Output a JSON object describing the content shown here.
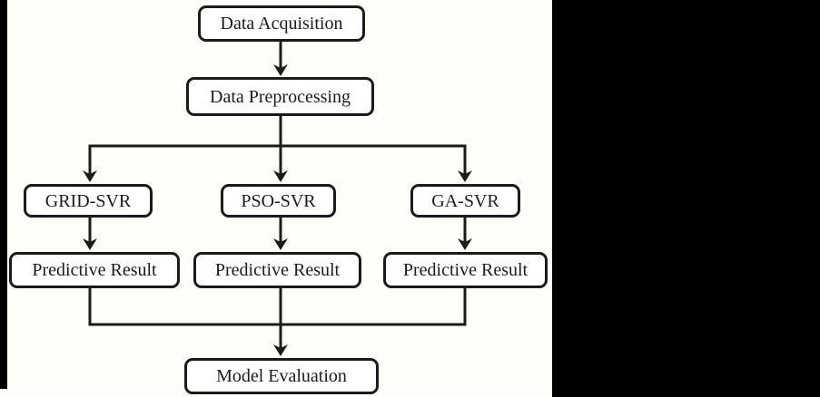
{
  "flowchart": {
    "nodes": {
      "data_acquisition": {
        "label": "Data Acquisition"
      },
      "data_preprocessing": {
        "label": "Data Preprocessing"
      },
      "grid_svr": {
        "label": "GRID-SVR"
      },
      "pso_svr": {
        "label": "PSO-SVR"
      },
      "ga_svr": {
        "label": "GA-SVR"
      },
      "predictive_result_left": {
        "label": "Predictive Result"
      },
      "predictive_result_center": {
        "label": "Predictive Result"
      },
      "predictive_result_right": {
        "label": "Predictive Result"
      },
      "model_evaluation": {
        "label": "Model Evaluation"
      }
    },
    "edges": [
      {
        "from": "data_acquisition",
        "to": "data_preprocessing",
        "style": "arrow"
      },
      {
        "from": "data_preprocessing",
        "to": "grid_svr",
        "style": "arrow"
      },
      {
        "from": "data_preprocessing",
        "to": "pso_svr",
        "style": "arrow"
      },
      {
        "from": "data_preprocessing",
        "to": "ga_svr",
        "style": "arrow"
      },
      {
        "from": "grid_svr",
        "to": "predictive_result_left",
        "style": "arrow"
      },
      {
        "from": "pso_svr",
        "to": "predictive_result_center",
        "style": "arrow"
      },
      {
        "from": "ga_svr",
        "to": "predictive_result_right",
        "style": "arrow"
      },
      {
        "from": "predictive_result_left",
        "to": "model_evaluation",
        "style": "arrow"
      },
      {
        "from": "predictive_result_center",
        "to": "model_evaluation",
        "style": "arrow"
      },
      {
        "from": "predictive_result_right",
        "to": "model_evaluation",
        "style": "arrow"
      }
    ],
    "colors": {
      "ink": "#1e1a19",
      "box_fill": "#ffffff",
      "canvas_background": "#fffef9",
      "matte": "#000000"
    }
  }
}
